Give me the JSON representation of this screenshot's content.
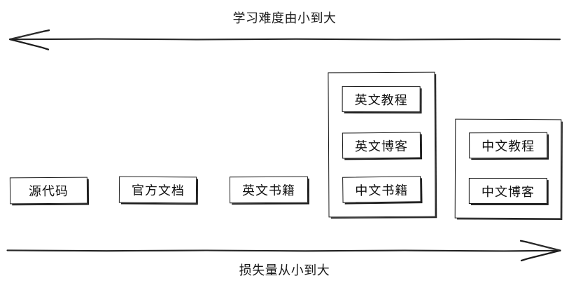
{
  "diagram": {
    "top_axis": {
      "label": "学习难度由小到大",
      "direction": "left",
      "arrow_icon": "arrow-left-icon"
    },
    "bottom_axis": {
      "label": "损失量从小到大",
      "direction": "right",
      "arrow_icon": "arrow-right-icon"
    },
    "nodes": [
      {
        "id": "source-code",
        "label": "源代码"
      },
      {
        "id": "official-docs",
        "label": "官方文档"
      },
      {
        "id": "english-books",
        "label": "英文书籍"
      }
    ],
    "groups": [
      {
        "id": "english-media-group",
        "items": [
          {
            "id": "english-tutorial",
            "label": "英文教程"
          },
          {
            "id": "english-blog",
            "label": "英文博客"
          },
          {
            "id": "chinese-books",
            "label": "中文书籍"
          }
        ]
      },
      {
        "id": "chinese-media-group",
        "items": [
          {
            "id": "chinese-tutorial",
            "label": "中文教程"
          },
          {
            "id": "chinese-blog",
            "label": "中文博客"
          }
        ]
      }
    ]
  },
  "colors": {
    "stroke": "#1c1c1c",
    "text": "#111111",
    "background": "#ffffff"
  }
}
